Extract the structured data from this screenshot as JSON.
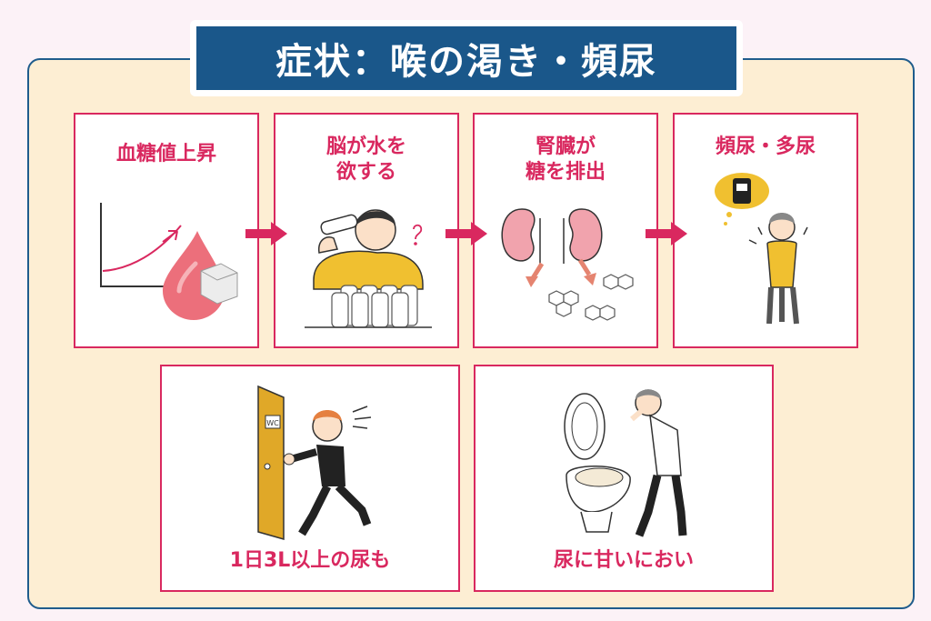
{
  "header": {
    "title": "症状：喉の渇き・頻尿"
  },
  "steps": [
    {
      "label": "血糖値上昇",
      "icon": "blood-sugar-graph-icon"
    },
    {
      "label": "脳が水を\n欲する",
      "icon": "drinking-person-icon"
    },
    {
      "label": "腎臓が\n糖を排出",
      "icon": "kidney-icon"
    },
    {
      "label": "頻尿・多尿",
      "icon": "urgent-person-icon"
    }
  ],
  "results": [
    {
      "label": "1日3L以上の尿も",
      "icon": "toilet-door-icon",
      "sign": "WC"
    },
    {
      "label": "尿に甘いにおい",
      "icon": "toilet-smell-icon"
    }
  ],
  "colors": {
    "accent": "#d9285f",
    "header": "#1a578a",
    "panel": "#fdeed3",
    "border": "#1f5c8c"
  }
}
